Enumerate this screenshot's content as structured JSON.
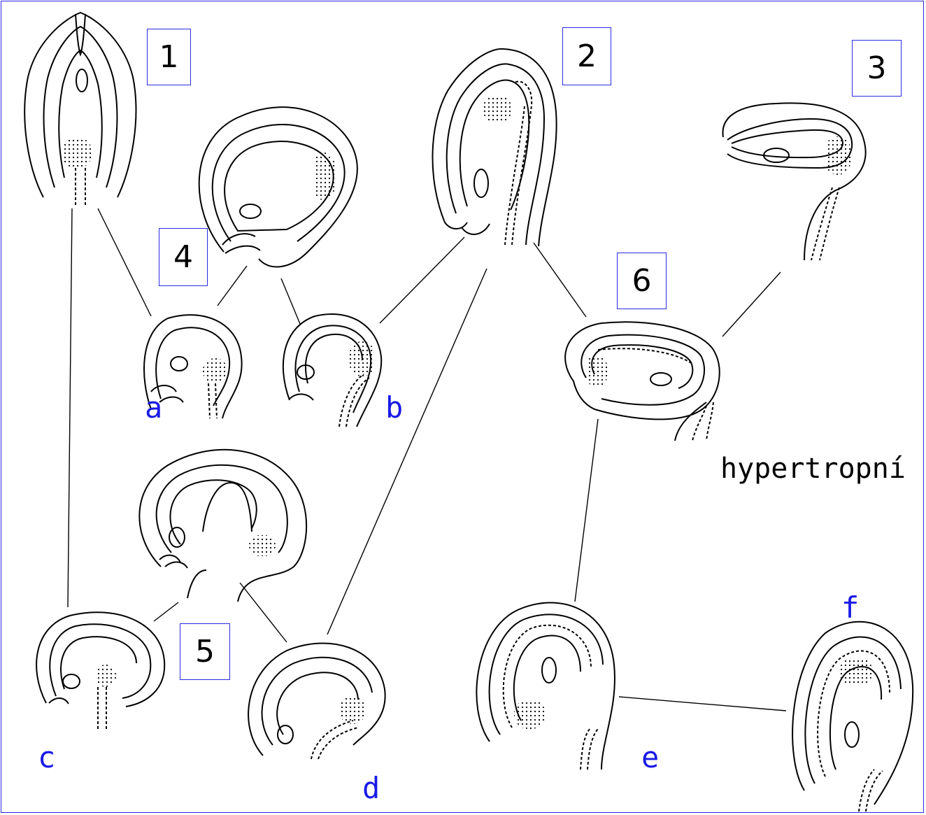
{
  "numbered_boxes": [
    "1",
    "2",
    "3",
    "4",
    "5",
    "6"
  ],
  "letters": [
    "a",
    "b",
    "c",
    "d",
    "e",
    "f"
  ],
  "caption": "hypertropní",
  "colors": {
    "frame": "#2a2ae0",
    "label": "#1a1ae6",
    "ink": "#000000"
  }
}
